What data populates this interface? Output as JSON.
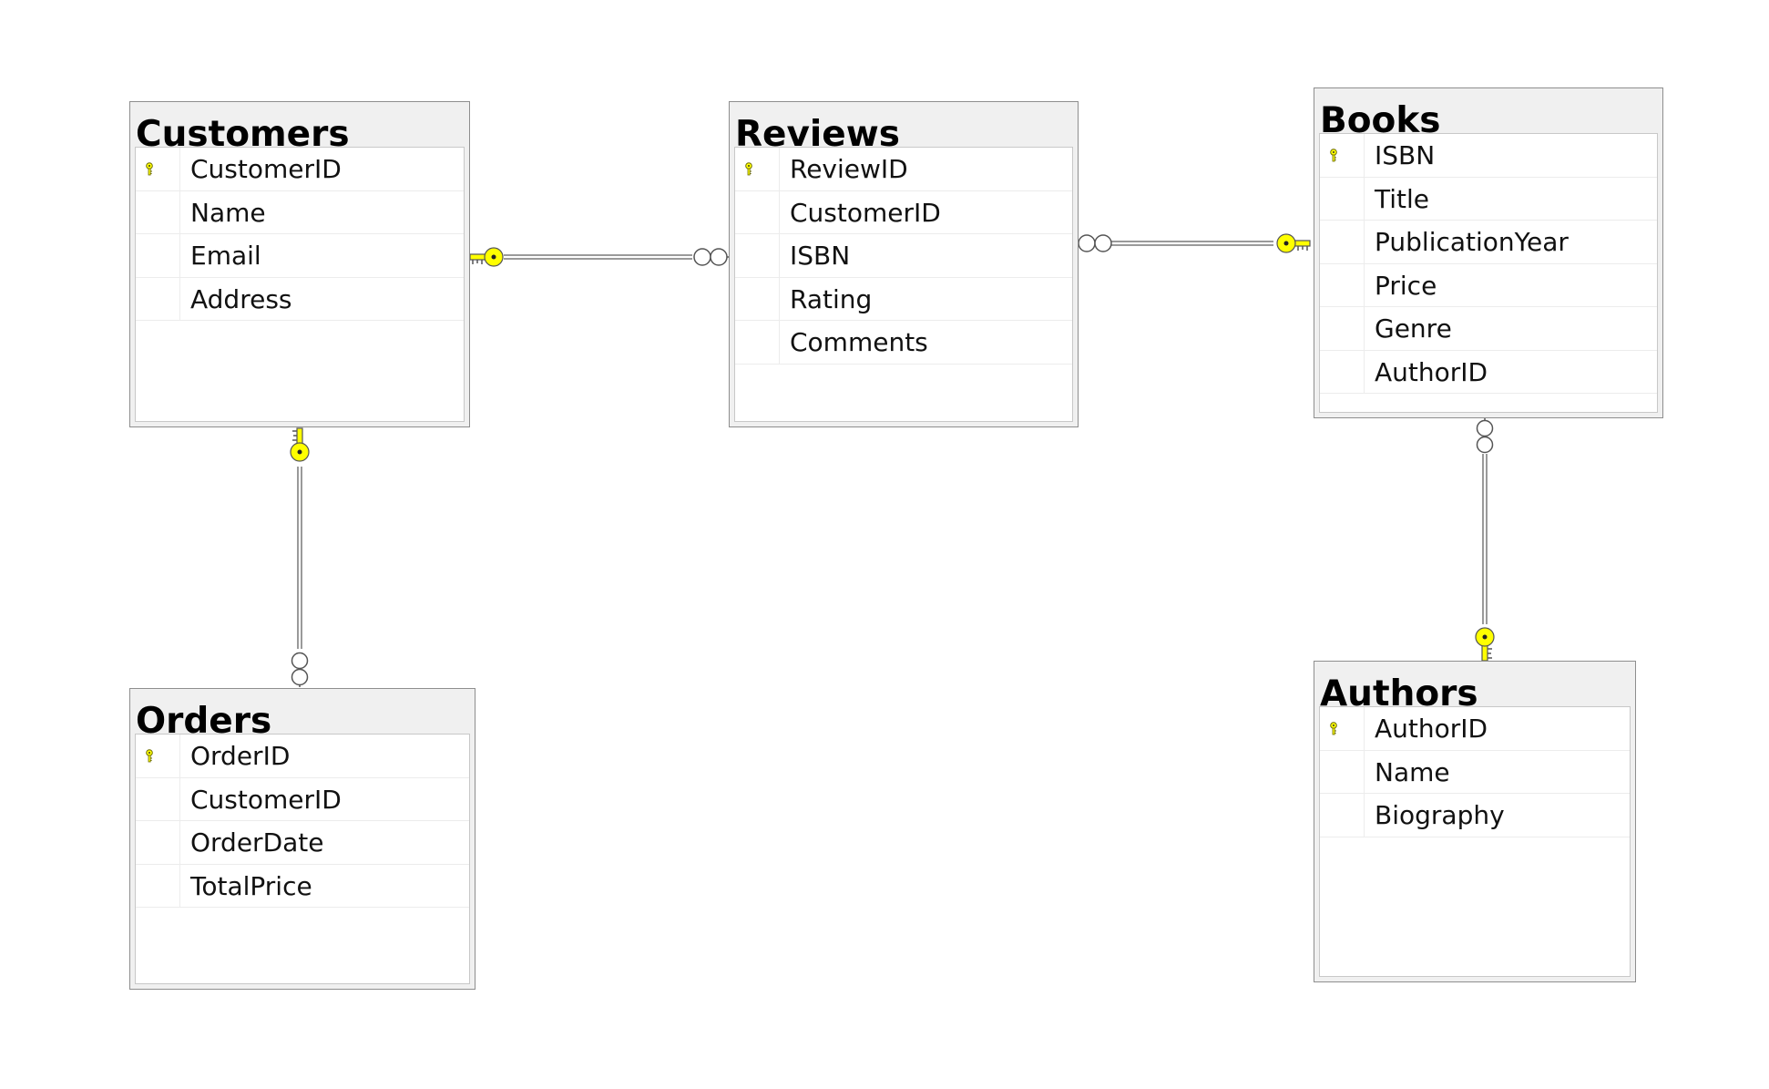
{
  "tables": {
    "customers": {
      "title": "Customers",
      "columns": [
        "CustomerID",
        "Name",
        "Email",
        "Address"
      ],
      "primary_key": "CustomerID"
    },
    "reviews": {
      "title": "Reviews",
      "columns": [
        "ReviewID",
        "CustomerID",
        "ISBN",
        "Rating",
        "Comments"
      ],
      "primary_key": "ReviewID"
    },
    "books": {
      "title": "Books",
      "columns": [
        "ISBN",
        "Title",
        "PublicationYear",
        "Price",
        "Genre",
        "AuthorID"
      ],
      "primary_key": "ISBN"
    },
    "orders": {
      "title": "Orders",
      "columns": [
        "OrderID",
        "CustomerID",
        "OrderDate",
        "TotalPrice"
      ],
      "primary_key": "OrderID"
    },
    "authors": {
      "title": "Authors",
      "columns": [
        "AuthorID",
        "Name",
        "Biography"
      ],
      "primary_key": "AuthorID"
    }
  },
  "relationships": [
    {
      "from": "customers",
      "to": "reviews",
      "one_end": "customers",
      "many_end": "reviews"
    },
    {
      "from": "books",
      "to": "reviews",
      "one_end": "books",
      "many_end": "reviews"
    },
    {
      "from": "customers",
      "to": "orders",
      "one_end": "customers",
      "many_end": "orders"
    },
    {
      "from": "authors",
      "to": "books",
      "one_end": "authors",
      "many_end": "books"
    }
  ],
  "colors": {
    "key_icon": "#ffff00",
    "key_outline": "#6b6b00",
    "line": "#9a9a9a",
    "title_bar": "#f0f0f0",
    "border": "#8e8e8e"
  }
}
